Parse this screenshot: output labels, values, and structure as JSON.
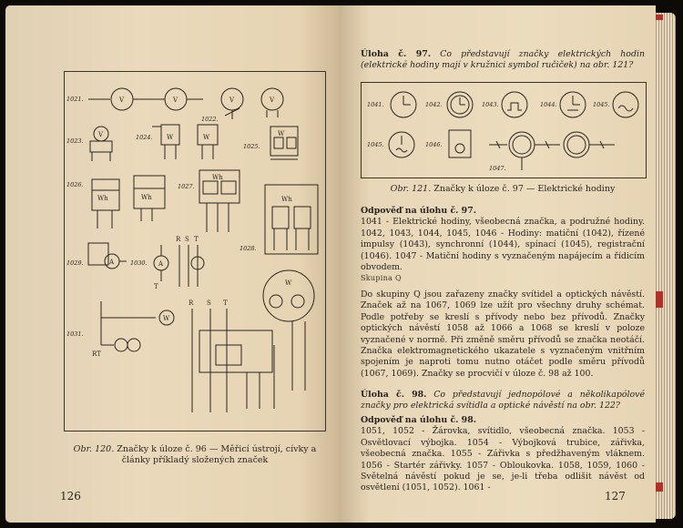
{
  "left_page": {
    "figure_labels": [
      "1021.",
      "1022.",
      "1023.",
      "1024.",
      "1025.",
      "1026.",
      "1027.",
      "1028.",
      "1029.",
      "1030.",
      "1031.",
      "V",
      "V",
      "V",
      "V",
      "V",
      "W",
      "W",
      "W",
      "Wh",
      "Wh",
      "Wh",
      "Wh",
      "W",
      "R",
      "S",
      "T",
      "A",
      "A",
      "T",
      "RT",
      "W",
      "R",
      "S",
      "T",
      "W"
    ],
    "caption_label": "Obr. 120.",
    "caption_text": "Značky k úloze č. 96 — Měřicí ústrojí, cívky a články příkladý složených značek",
    "page_number": "126"
  },
  "right_page": {
    "task97_label": "Úloha č. 97.",
    "task97_text": "Co představují značky elektrických hodin (elektrické hodiny mají v kružnici symbol ručiček) na obr. 121?",
    "fig_labels": [
      "1041.",
      "1042.",
      "1043.",
      "1044.",
      "1045.",
      "1046.",
      "1047."
    ],
    "fig_caption_label": "Obr. 121.",
    "fig_caption_text": "Značky k úloze č. 97 — Elektrické hodiny",
    "answer97_head": "Odpověď na úlohu č. 97.",
    "answer97_text": "1041 - Elektrické hodiny, všeobecná značka, a podružné hodiny. 1042, 1043, 1044, 1045, 1046 - Hodiny: matiční (1042), řízené impulsy (1043), synchronní (1044), spínací (1045), registrační (1046). 1047 - Matiční hodiny s vyznačeným napájecím a řídicím obvodem.",
    "group_label": "Skupina Q",
    "group_text": "Do skupiny Q jsou zařazeny značky svítidel a optických návěstí. Značek až na 1067, 1069 lze užít pro všechny druhy schémat. Podle potřeby se kreslí s přívody nebo bez přívodů. Značky optických návěstí 1058 až 1066 a 1068 se kreslí v poloze vyznačené v normě. Při změně směru přívodů se značka neotáčí. Značka elektromagnetického ukazatele s vyznačeným vnitřním spojením je naproti tomu nutno otáčet podle směru přívodů (1067, 1069). Značky se procvičí v úloze č. 98 až 100.",
    "task98_label": "Úloha č. 98.",
    "task98_text": "Co představují jednopólové a několikapólové značky pro elektrická svítidla a optické návěstí na obr. 122?",
    "answer98_head": "Odpověď na úlohu č. 98.",
    "answer98_text": "1051, 1052 - Žárovka, svítidlo, všeobecná značka. 1053 - Osvětlovací výbojka. 1054 - Výbojková trubice, zářivka, všeobecná značka. 1055 - Zářivka s předžhaveným vláknem. 1056 - Startér zářivky. 1057 - Obloukovka. 1058, 1059, 1060 - Světelná návěstí pokud je se, je-li třeba odlišit návěst od osvětlení (1051, 1052). 1061 -",
    "page_number": "127"
  }
}
